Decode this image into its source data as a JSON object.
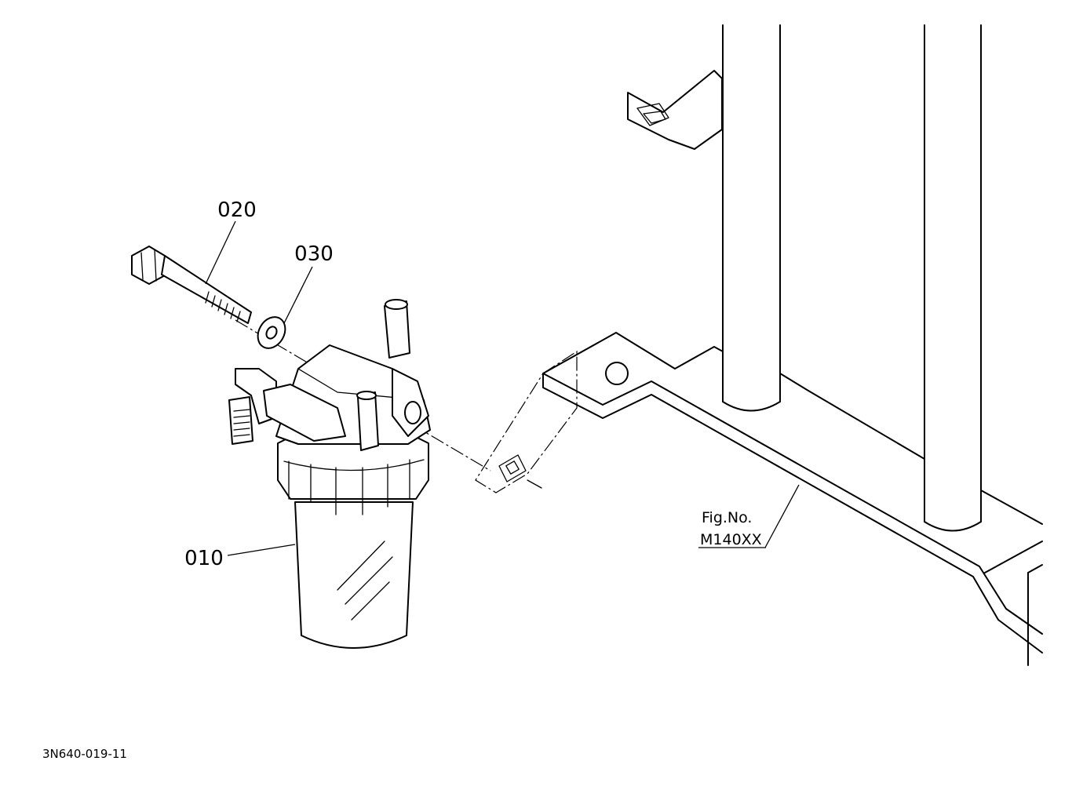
{
  "diagram": {
    "callouts": [
      {
        "id": "010",
        "label": "010"
      },
      {
        "id": "020",
        "label": "020"
      },
      {
        "id": "030",
        "label": "030"
      }
    ],
    "figure_ref": {
      "line1": "Fig.No.",
      "line2": "M140XX"
    },
    "drawing_number": "3N640-019-11"
  }
}
